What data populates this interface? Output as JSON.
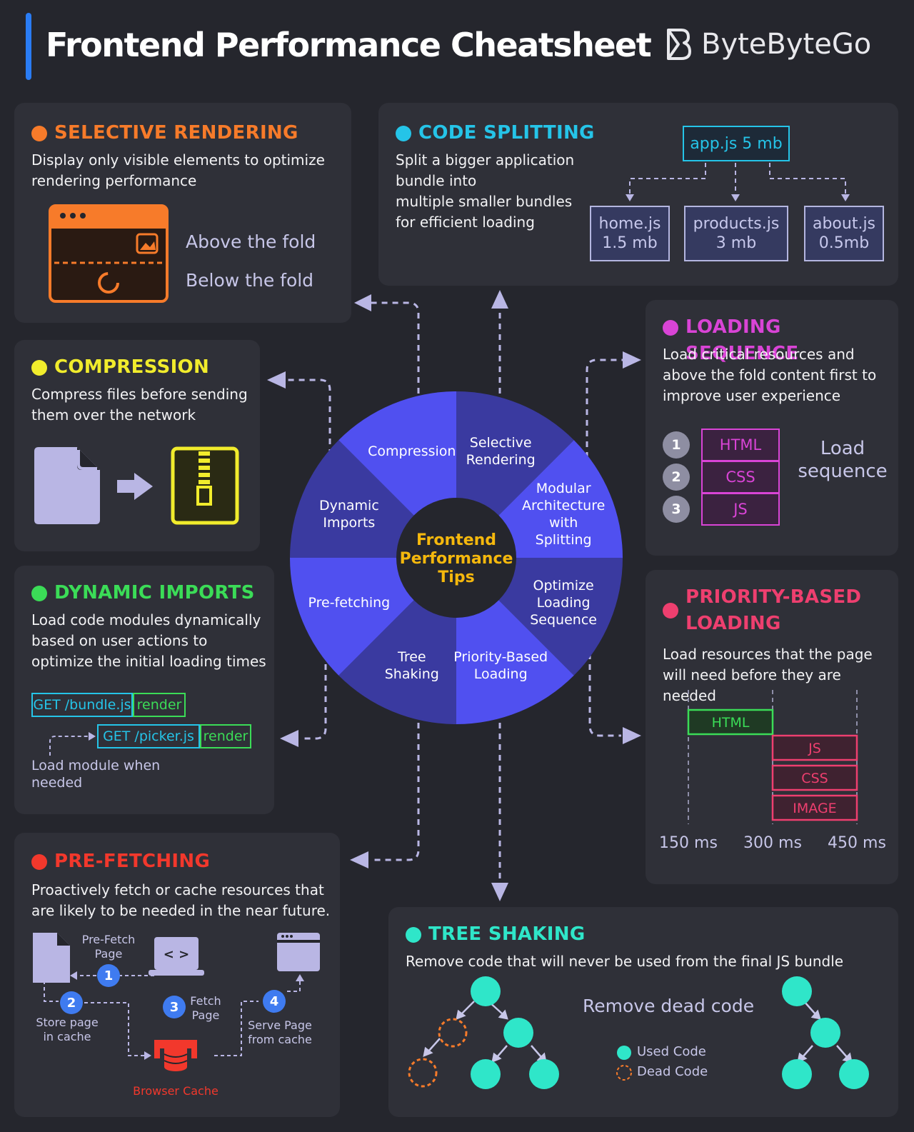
{
  "header": {
    "title": "Frontend Performance Cheatsheet",
    "brand": "ByteByteGo"
  },
  "colors": {
    "background": "#25262d",
    "card": "#2f3038",
    "accent_blue": "#2a7cf4",
    "wheel_dark": "#3a3aa0",
    "wheel_light": "#5050f0",
    "center_text": "#f5b80d"
  },
  "wheel": {
    "center": "Frontend\nPerformance\nTips",
    "segments": [
      {
        "label": "Selective\nRendering"
      },
      {
        "label": "Modular\nArchitecture\nwith\nSplitting"
      },
      {
        "label": "Optimize\nLoading\nSequence"
      },
      {
        "label": "Priority-Based\nLoading"
      },
      {
        "label": "Tree\nShaking"
      },
      {
        "label": "Pre-fetching"
      },
      {
        "label": "Dynamic\nImports"
      },
      {
        "label": "Compression"
      }
    ]
  },
  "selective": {
    "title": "SELECTIVE RENDERING",
    "color": "#f77b2a",
    "desc": "Display only visible elements to optimize rendering performance",
    "above": "Above the fold",
    "below": "Below the fold"
  },
  "code": {
    "title": "CODE SPLITTING",
    "color": "#25c4e8",
    "desc": "Split a bigger application bundle into\nmultiple smaller bundles\nfor efficient loading",
    "app": "app.js 5 mb",
    "home": "home.js\n1.5 mb",
    "products": "products.js\n3 mb",
    "about": "about.js\n0.5mb"
  },
  "loadseq": {
    "title": "LOADING SEQUENCE",
    "color": "#d944d6",
    "desc": "Load critical resources and above the fold content first to improve user experience",
    "items": [
      {
        "n": "1",
        "label": "HTML"
      },
      {
        "n": "2",
        "label": "CSS"
      },
      {
        "n": "3",
        "label": "JS"
      }
    ],
    "side": "Load\nsequence"
  },
  "compression": {
    "title": "COMPRESSION",
    "color": "#f1ec2c",
    "desc": "Compress files before sending them over the network"
  },
  "dynamic": {
    "title": "DYNAMIC IMPORTS",
    "color": "#3bdc57",
    "desc": "Load code modules dynamically based on user actions to optimize the initial loading times",
    "get1": "GET /bundle.js",
    "render1": "render",
    "get2": "GET /picker.js",
    "render2": "render",
    "note": "Load module when\nneeded"
  },
  "priority": {
    "title": "PRIORITY-BASED\nLOADING",
    "color": "#ee3f6f",
    "desc": "Load resources that the page will need before they are needed",
    "bars": [
      {
        "label": "HTML",
        "start": 150,
        "end": 300
      },
      {
        "label": "JS",
        "start": 300,
        "end": 450
      },
      {
        "label": "CSS",
        "start": 300,
        "end": 450
      },
      {
        "label": "IMAGE",
        "start": 300,
        "end": 450
      }
    ],
    "ticks": [
      "150 ms",
      "300 ms",
      "450 ms"
    ]
  },
  "prefetch": {
    "title": "PRE-FETCHING",
    "color": "#f2382c",
    "desc": "Proactively fetch or cache resources that are likely to be needed in the near future.",
    "s1": "Pre-Fetch\nPage",
    "s2": "Store page\nin cache",
    "s3": "Fetch\nPage",
    "s4": "Serve Page\nfrom cache",
    "n1": "1",
    "n2": "2",
    "n3": "3",
    "n4": "4",
    "cache": "Browser Cache"
  },
  "tree": {
    "title": "TREE SHAKING",
    "color": "#2fe6c9",
    "desc": "Remove code that will never be used from the final JS bundle",
    "middle": "Remove dead code",
    "used": "Used Code",
    "dead": "Dead Code"
  }
}
